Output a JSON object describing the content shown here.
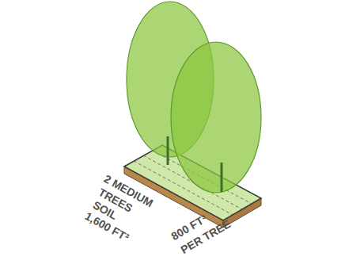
{
  "diagram": {
    "labels": [
      "2 MEDIUM",
      "TREES",
      "SOIL",
      "1,600 FT³",
      "800 FT³",
      "PER TREE"
    ]
  }
}
